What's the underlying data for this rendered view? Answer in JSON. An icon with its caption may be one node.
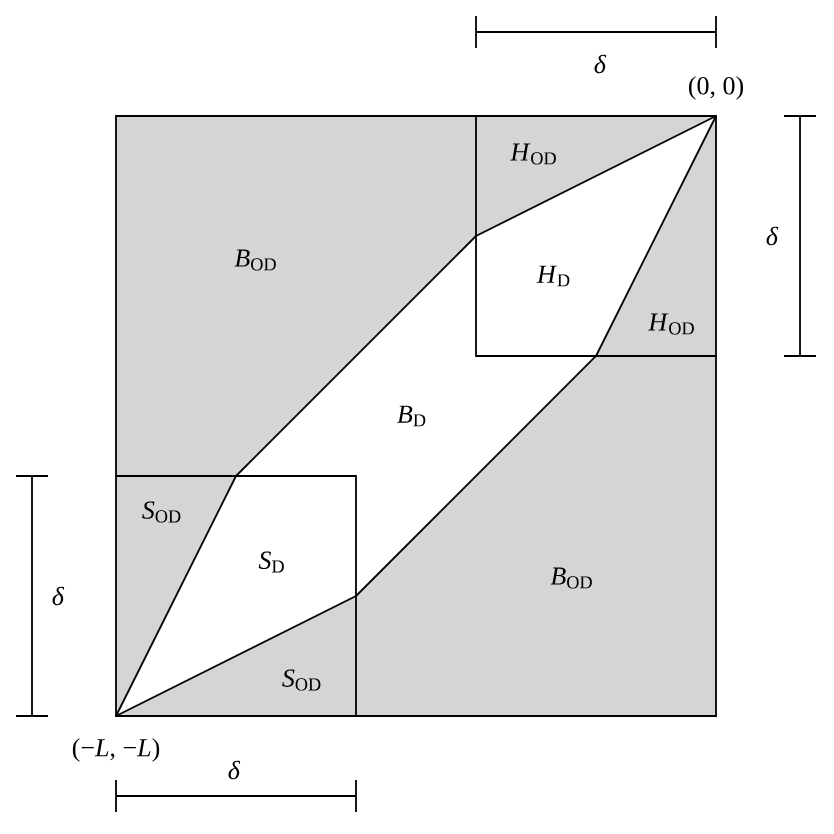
{
  "diagram": {
    "labels": [
      "*δ*",
      "(0, 0)",
      "*H*$_{OD}$",
      "*B*$_{OD}$",
      "*H*$_{D}$",
      "*δ*",
      "*H*$_{OD}$",
      "*B*$_{D}$",
      "*S*$_{OD}$",
      "*S*$_{D}$",
      "*δ*",
      "*B*$_{OD}$",
      "*S*$_{OD}$",
      "(−*L*, −*L*)",
      "*δ*"
    ]
  }
}
